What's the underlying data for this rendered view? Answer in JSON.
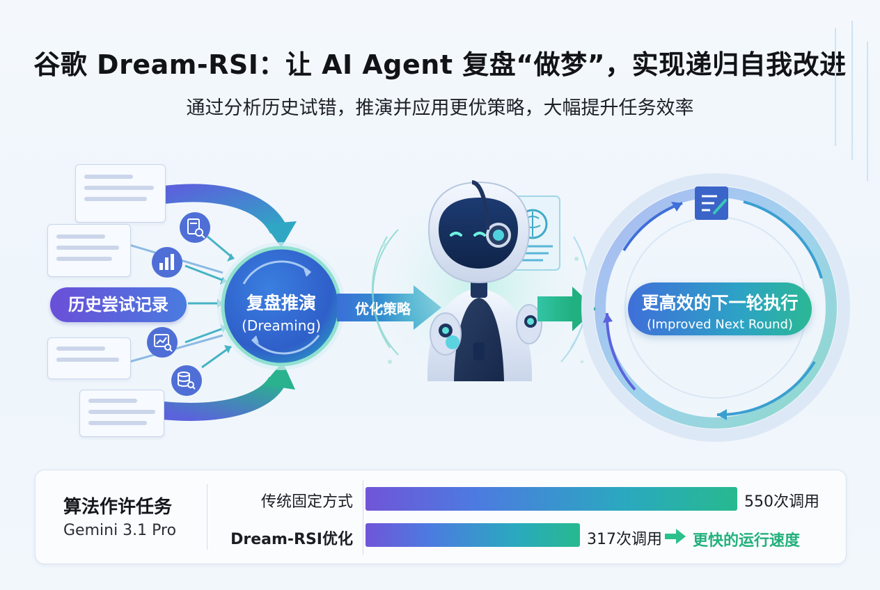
{
  "header": {
    "title": "谷歌 Dream-RSI：让 AI Agent 复盘“做梦”，实现递归自我改进",
    "subtitle": "通过分析历史试错，推演并应用更优策略，大幅提升任务效率"
  },
  "diagram": {
    "history_label": "历史尝试记录",
    "dreaming": {
      "zh": "复盘推演",
      "en": "(Dreaming)"
    },
    "strategy_label": "优化策略",
    "next_round": {
      "zh": "更高效的下一轮执行",
      "en": "(Improved Next Round)"
    },
    "icons": [
      "search-document-icon",
      "bar-chart-icon",
      "chart-search-icon",
      "database-search-icon",
      "brain-icon",
      "notepad-edit-icon",
      "robot"
    ]
  },
  "comparison": {
    "task": "算法作许任务",
    "model": "Gemini 3.1 Pro",
    "rows": [
      {
        "label": "传统固定方式",
        "value": 550,
        "value_label": "550次调用"
      },
      {
        "label": "Dream-RSI优化",
        "value": 317,
        "value_label": "317次调用"
      }
    ],
    "faster_label": "更快的运行速度",
    "accent_colors": {
      "purple": "#6a4fd8",
      "blue": "#3f6fd9",
      "teal": "#2aa9bf",
      "green": "#27b98f"
    }
  }
}
